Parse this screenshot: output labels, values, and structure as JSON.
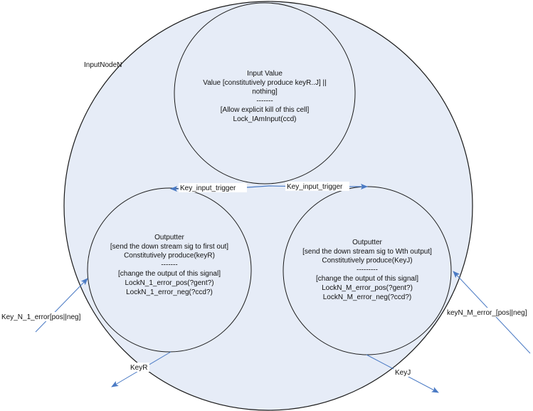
{
  "diagram": {
    "colors": {
      "fill": "#e6ecf7",
      "stroke": "#1a1a1a",
      "arrow": "#4a7ac4",
      "label_bg": "#ffffff"
    },
    "container": {
      "label": "InputNodeN"
    },
    "nodes": {
      "input": {
        "lines": [
          "Input Value",
          "Value [constitutively produce keyR..J]  ||",
          "nothing]",
          "-------",
          "[Allow explicit kill of this cell]",
          "Lock_IAmInput(ccd)"
        ]
      },
      "outputter_first": {
        "lines": [
          "Outputter",
          "[send the down stream sig to first out]",
          "Constitutively produce(keyR)",
          "-------",
          "[change the output of this signal]",
          "LockN_1_error_pos(?gent?)",
          "LockN_1_error_neg(?ccd?)"
        ]
      },
      "outputter_wth": {
        "lines": [
          "Outputter",
          "[send the down stream sig to Wth output]",
          "Constitutively produce(KeyJ)",
          "---------",
          "[change the output of this signal]",
          "LockN_M_error_pos(?gent?)",
          "LockN_M_error_neg(?ccd?)"
        ]
      }
    },
    "edges": {
      "trigger_left": {
        "label": "Key_input_trigger",
        "from": "input",
        "to": "outputter_first"
      },
      "trigger_right": {
        "label": "Key_input_trigger",
        "from": "input",
        "to": "outputter_wth"
      },
      "error_first": {
        "label": "Key_N_1_error[pos||neg]",
        "to": "outputter_first"
      },
      "error_wth": {
        "label": "keyN_M_error_[pos||neg]",
        "to": "outputter_wth"
      },
      "out_first": {
        "label": "KeyR",
        "from": "outputter_first"
      },
      "out_wth": {
        "label": "KeyJ",
        "from": "outputter_wth"
      }
    }
  }
}
